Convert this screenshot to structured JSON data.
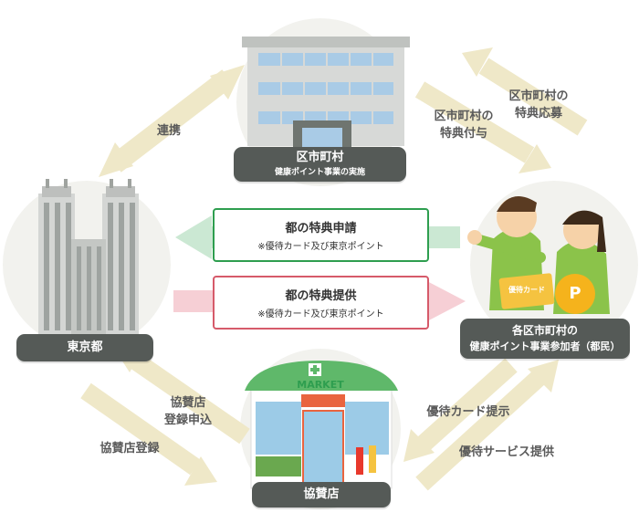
{
  "nodes": {
    "municipality": {
      "title": "区市町村",
      "subtitle": "健康ポイント事業の実施"
    },
    "tokyo": {
      "title": "東京都"
    },
    "participants": {
      "line1": "各区市町村の",
      "line2": "健康ポイント事業参加者（都民）"
    },
    "shop": {
      "title": "協賛店",
      "sign": "MARKET"
    }
  },
  "center": {
    "request": {
      "title": "都の特典申請",
      "note": "※優待カード及び東京ポイント"
    },
    "provide": {
      "title": "都の特典提供",
      "note": "※優待カード及び東京ポイント"
    }
  },
  "labels": {
    "cooperation": "連携",
    "grant": [
      "区市町村の",
      "特典付与"
    ],
    "apply": [
      "区市町村の",
      "特典応募"
    ],
    "shop_apply": [
      "協賛店",
      "登録申込"
    ],
    "shop_register": "協賛店登録",
    "show_card": "優待カード提示",
    "service": "優待サービス提供"
  },
  "props": {
    "card": "優待カード",
    "point": "P"
  },
  "colors": {
    "arrow": "#efe8c8",
    "plate": "#555a57",
    "green": "#2e9e4f",
    "red": "#d65a6a",
    "circle": "#f2f2ee"
  }
}
